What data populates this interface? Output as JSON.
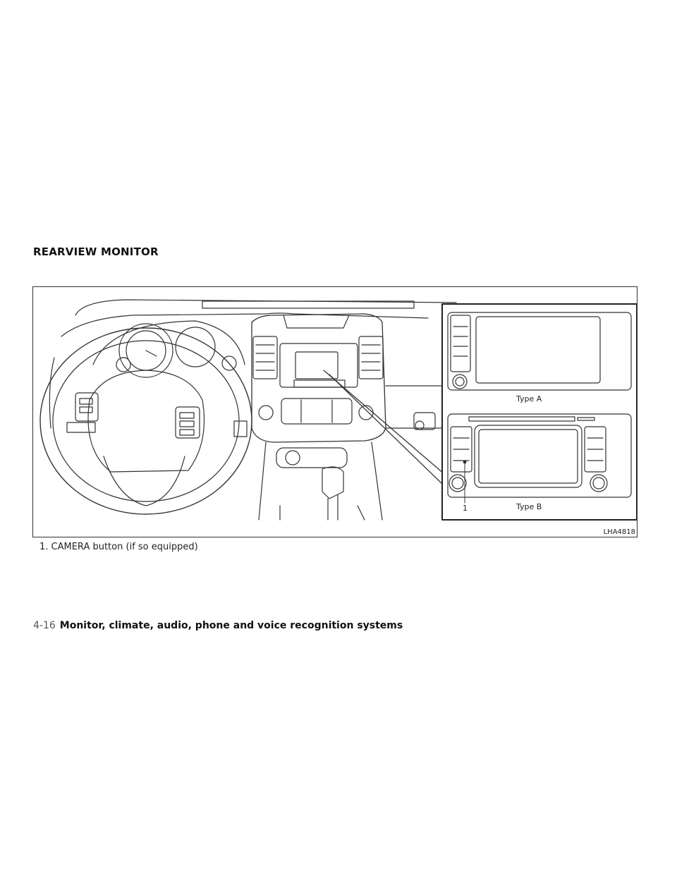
{
  "section": {
    "title": "REARVIEW MONITOR"
  },
  "figure": {
    "code": "LHA4818",
    "type_a_label": "Type A",
    "type_b_label": "Type B",
    "callout_number": "1"
  },
  "caption": {
    "item_1": "1. CAMERA button (if so equipped)"
  },
  "footer": {
    "page_number": "4-16",
    "chapter_title": "Monitor, climate, audio, phone and voice recognition systems"
  }
}
